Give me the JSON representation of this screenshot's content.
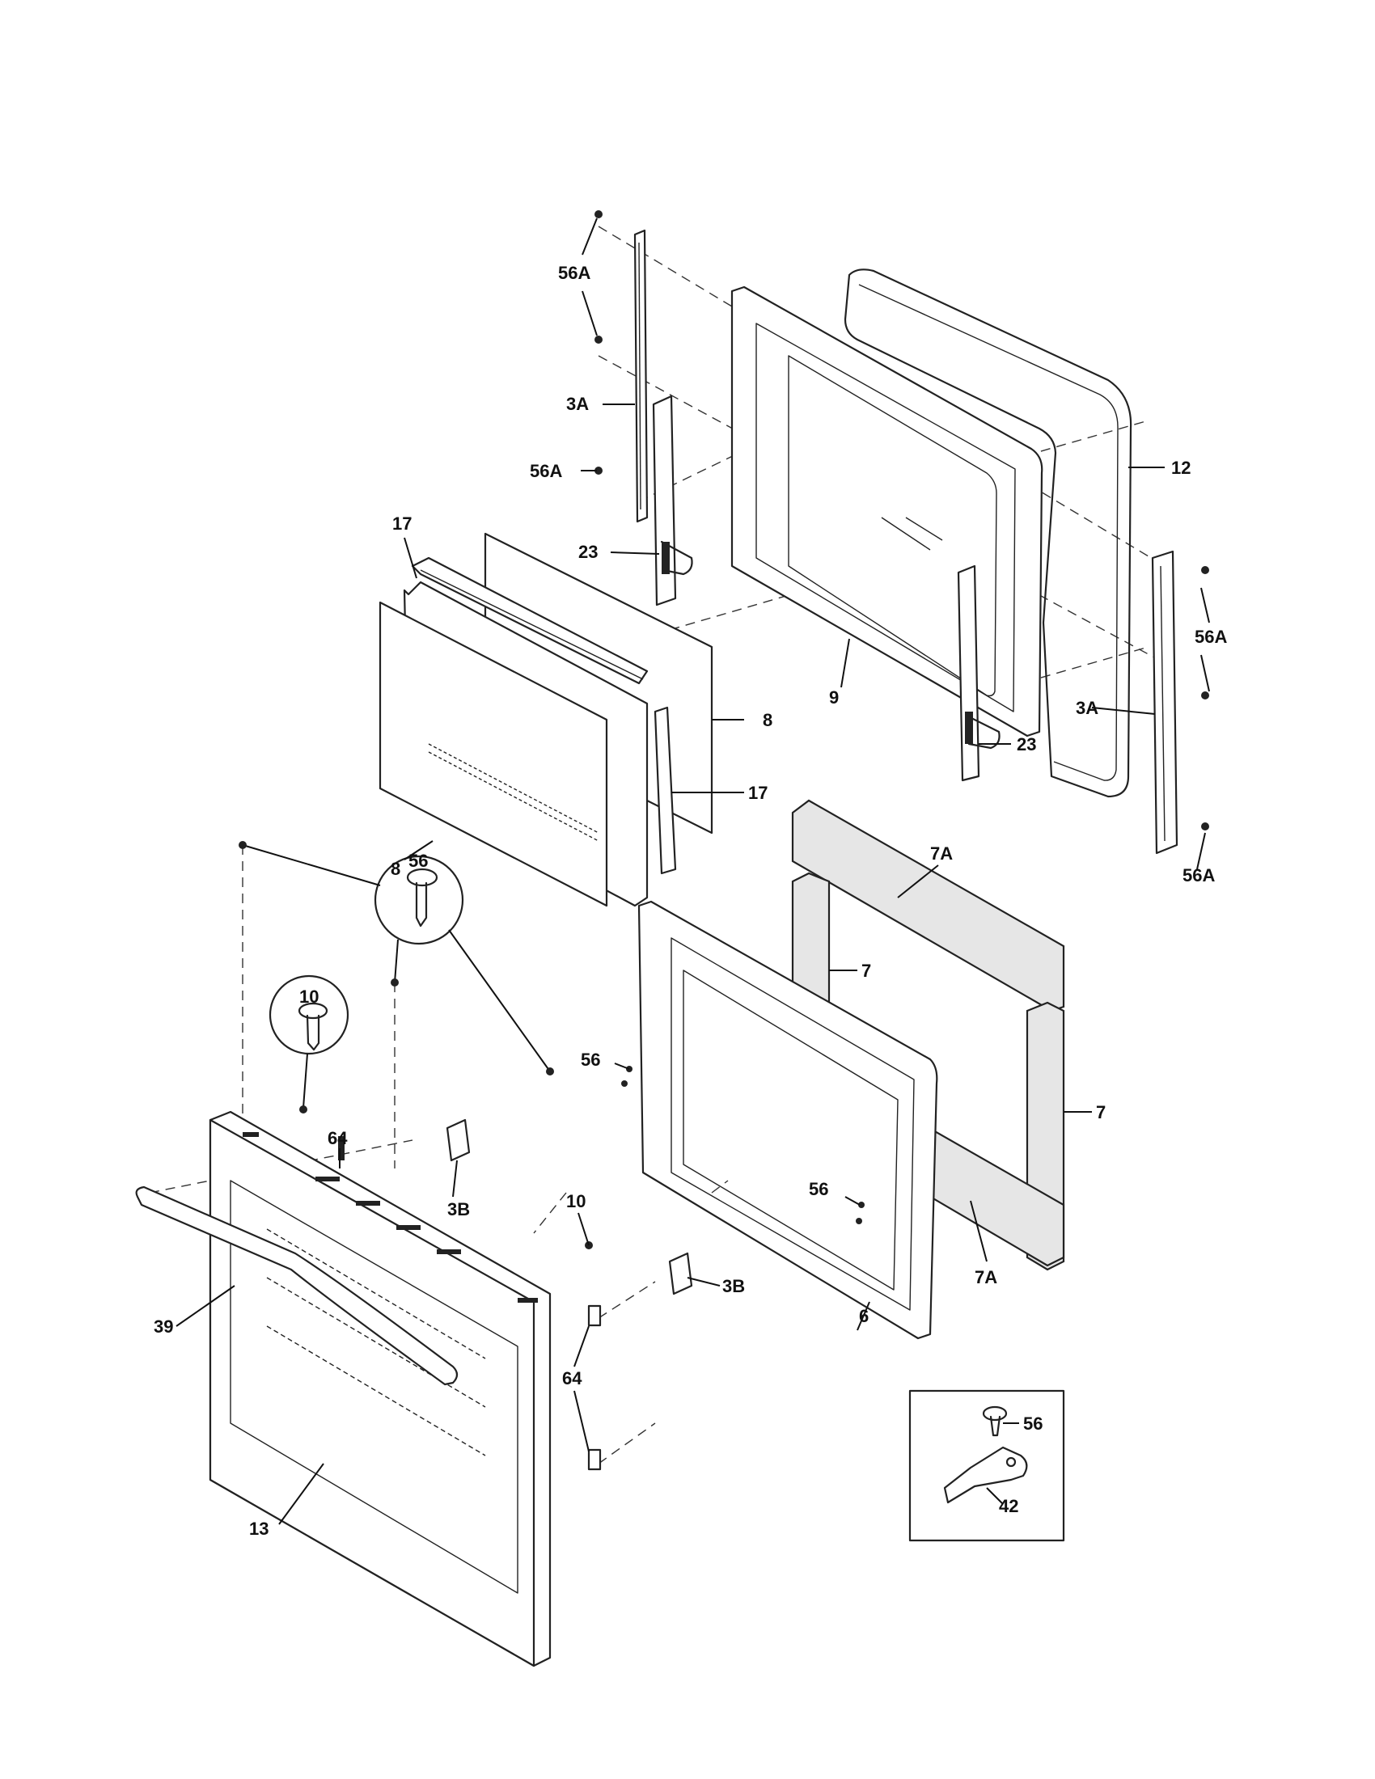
{
  "labels": {
    "top_left_screw_1": "56A",
    "top_left_bracket": "3A",
    "top_left_screw_2": "56A",
    "gasket_frame": "12",
    "left_hinge": "23",
    "glass_spacer_top": "17",
    "inner_glass": "8",
    "glass_spacer_right": "17",
    "outer_glass": "8",
    "inner_door_panel": "9",
    "right_bracket": "3A",
    "right_screw_top": "56A",
    "right_hinge": "23",
    "right_screw_bottom": "56A",
    "insulation_top": "7A",
    "insulation_left": "7",
    "insulation_right": "7",
    "insulation_bottom": "7A",
    "liner_screws_left": "56",
    "liner_screws_right": "56",
    "door_liner": "6",
    "screw_detail": "56",
    "screw_detail_small": "10",
    "trim_clip": "64",
    "vent_clip_left": "3B",
    "screw_right": "10",
    "vent_clip_right": "3B",
    "trim_clips_right": "64",
    "handle": "39",
    "outer_door": "13",
    "inset_screw": "56",
    "inset_bracket": "42"
  },
  "colors": {
    "line": "#222222",
    "background": "#ffffff",
    "insulation": "#e6e6e6"
  }
}
